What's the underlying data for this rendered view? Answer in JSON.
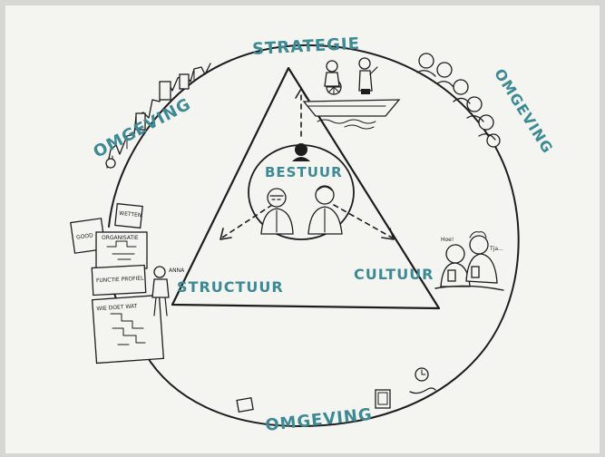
{
  "labels": {
    "top": "STRATEGIE",
    "center": "BESTUUR",
    "left": "STRUCTUUR",
    "right": "CULTUUR",
    "env_top_left": "OMGEVING",
    "env_top_right": "OMGEVING",
    "env_bottom": "OMGEVING"
  },
  "notes": {
    "doc_1": "GOOD",
    "doc_2": "WETTEN",
    "doc_3": "ORGANISATIE",
    "doc_4": "FUNCTIE PROFIEL",
    "doc_5": "WIE DOET WAT",
    "person_tag": "ANNA",
    "speech_1": "Hoe!",
    "speech_2": "Tja..."
  },
  "colors": {
    "board": "#f4f4f1",
    "ink": "#1d1d1d",
    "accent_teal": "#3d8a94"
  }
}
